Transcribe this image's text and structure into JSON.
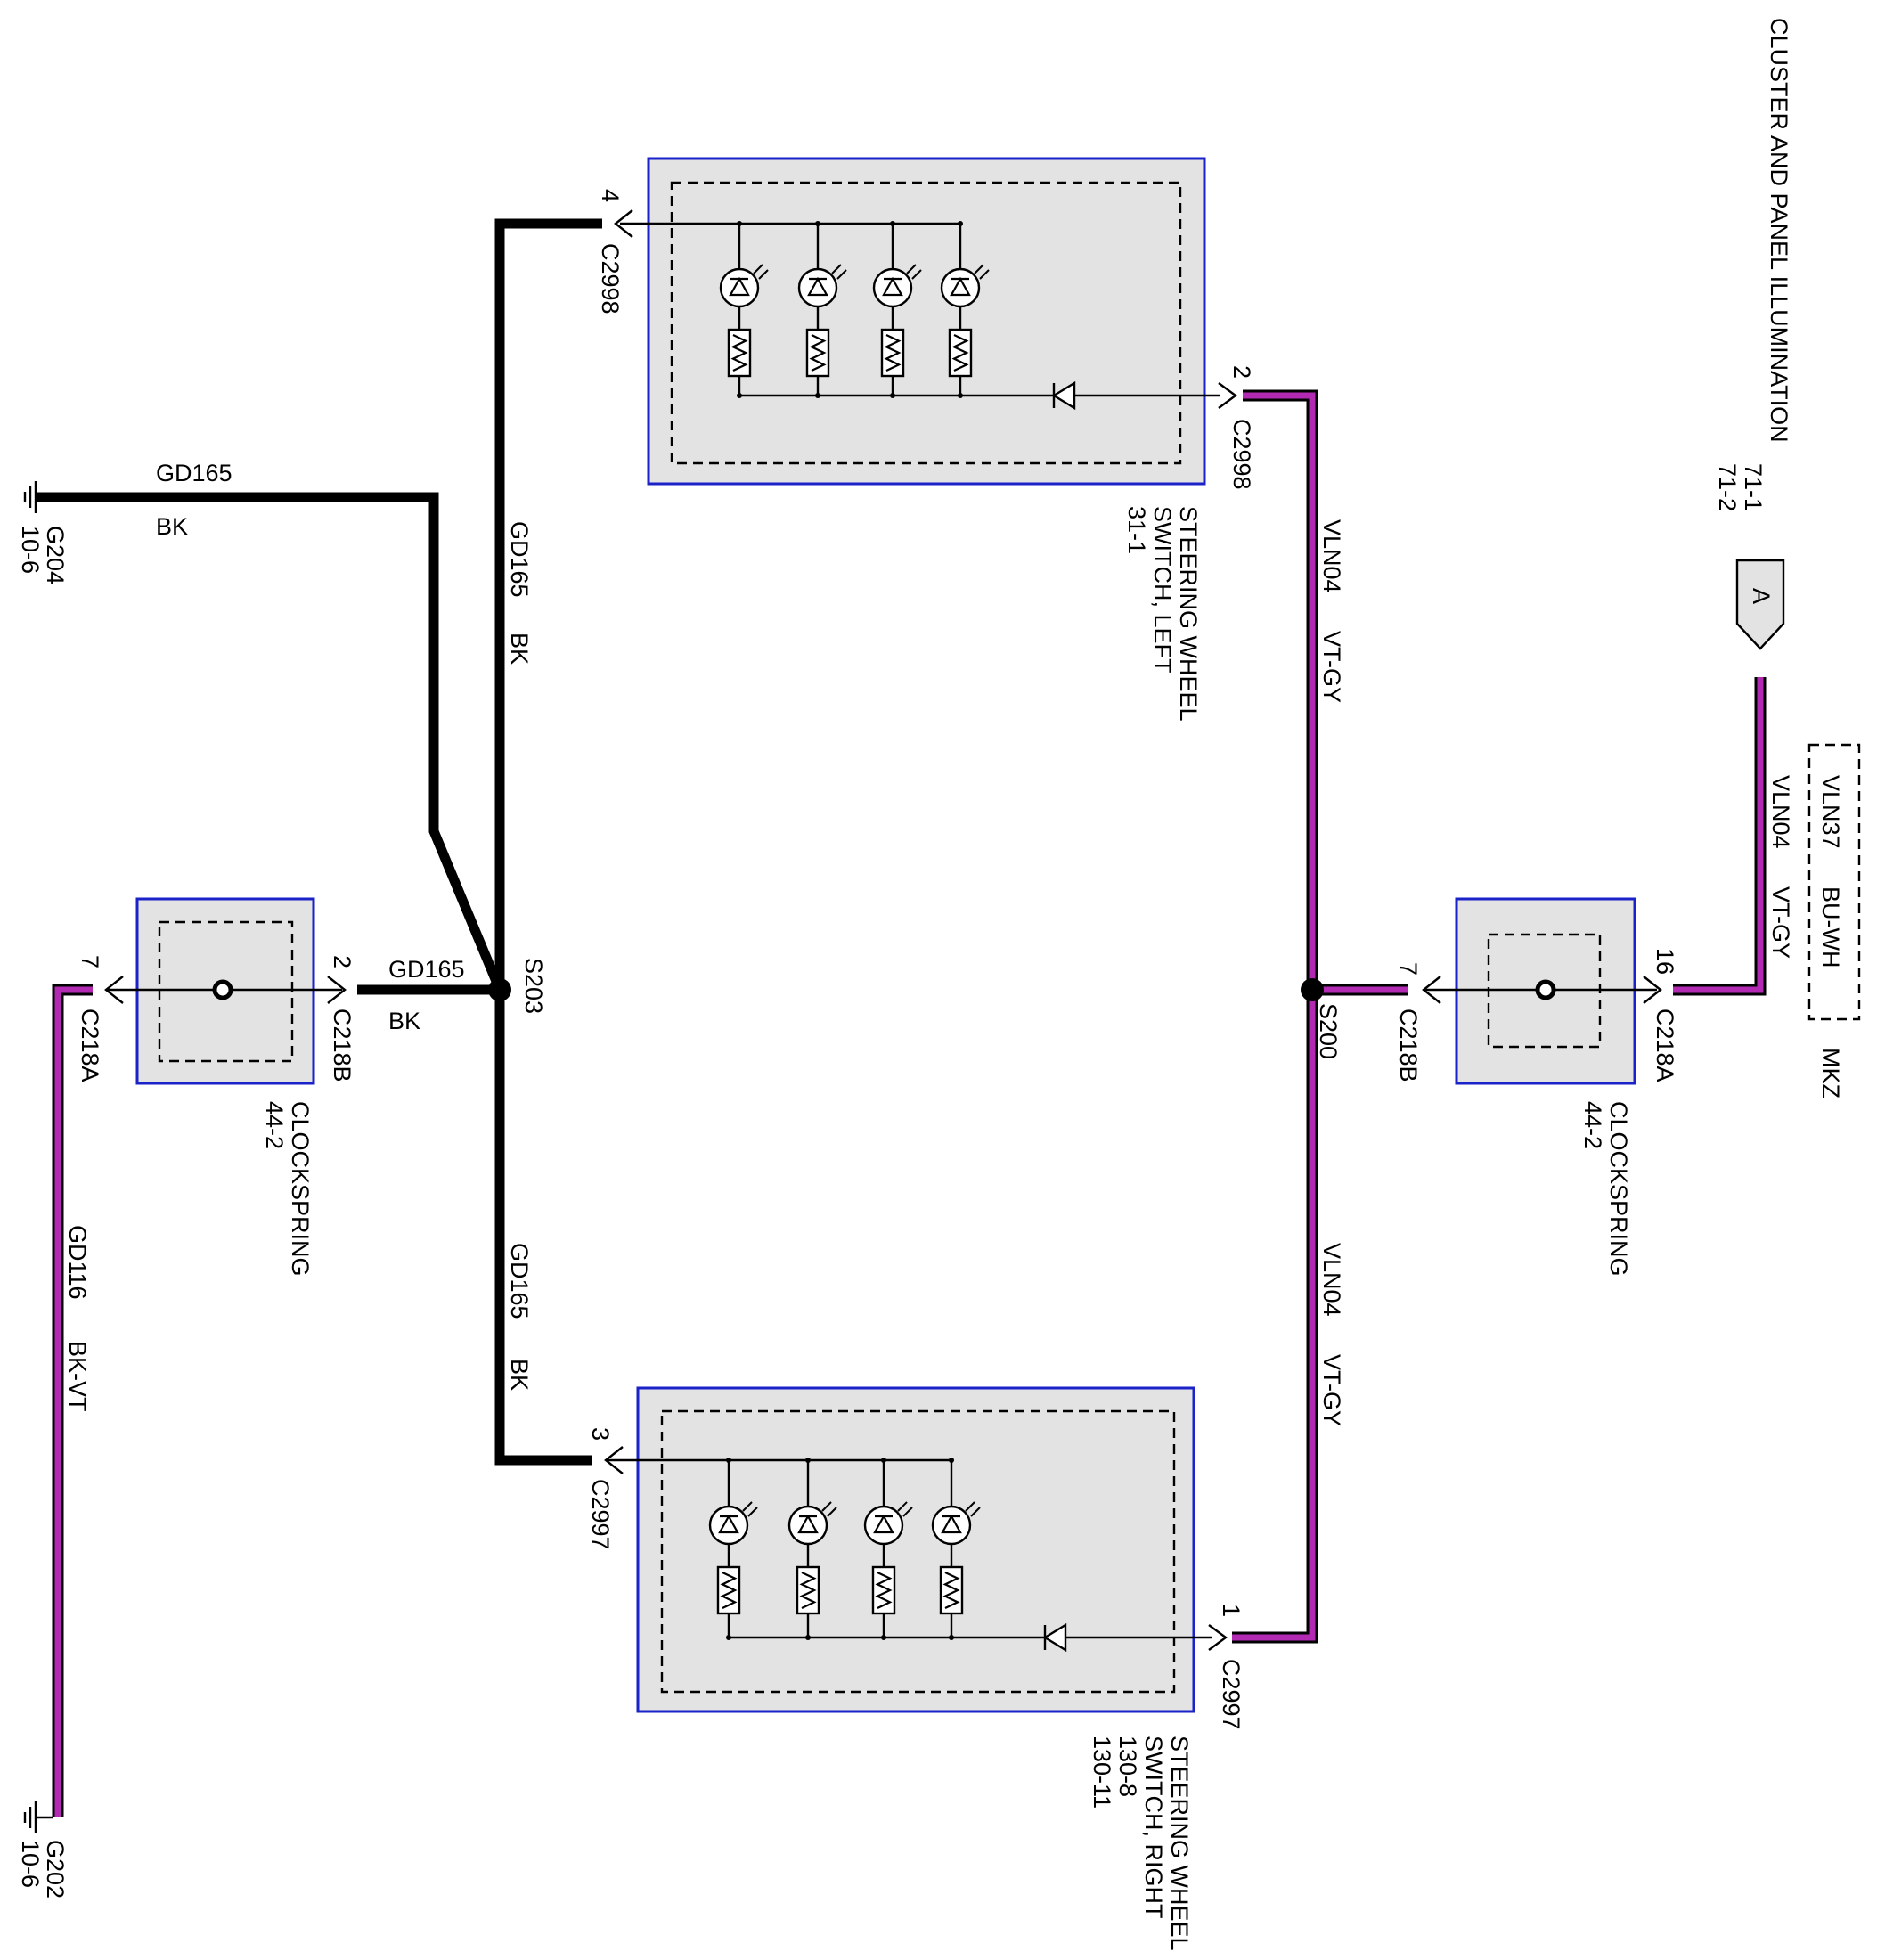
{
  "title": {
    "line1": "CLUSTER AND PANEL ILLUMINATION",
    "line2": "71-1",
    "line3": "71-2"
  },
  "connector_ref": "A",
  "option_box": {
    "circuit": "VLN37",
    "color": "BU-WH",
    "model": "MKZ"
  },
  "grounds": {
    "g204": {
      "name": "G204",
      "page": "10-6"
    },
    "g202": {
      "name": "G202",
      "page": "10-6"
    }
  },
  "splices": {
    "s203": "S203",
    "s200": "S200"
  },
  "wires": {
    "gd165_top_circuit": "GD165",
    "gd165_top_color": "BK",
    "gd165_vert_upper_circuit": "GD165",
    "gd165_vert_upper_color": "BK",
    "gd165_horiz_circuit": "GD165",
    "gd165_horiz_color": "BK",
    "gd165_vert_lower_circuit": "GD165",
    "gd165_vert_lower_color": "BK",
    "gd116_circuit": "GD116",
    "gd116_color": "BK-VT",
    "vln04_upper_circuit": "VLN04",
    "vln04_upper_color": "VT-GY",
    "vln04_lower_circuit": "VLN04",
    "vln04_lower_color": "VT-GY",
    "vln04_right_circuit": "VLN04",
    "vln04_right_color": "VT-GY"
  },
  "components": {
    "left_switch": {
      "line1": "STEERING WHEEL",
      "line2": "SWITCH, LEFT",
      "line3": "31-1"
    },
    "right_switch": {
      "line1": "STEERING WHEEL",
      "line2": "SWITCH, RIGHT",
      "line3": "130-8",
      "line4": "130-11"
    },
    "clockspring_left": {
      "line1": "CLOCKSPRING",
      "line2": "44-2"
    },
    "clockspring_right": {
      "line1": "CLOCKSPRING",
      "line2": "44-2"
    }
  },
  "connectors": {
    "left_pin4": {
      "pin": "4",
      "id": "C2998"
    },
    "left_pin2": {
      "pin": "2",
      "id": "C2998"
    },
    "right_pin3": {
      "pin": "3",
      "id": "C2997"
    },
    "right_pin1": {
      "pin": "1",
      "id": "C2997"
    },
    "csl_pin7": {
      "pin": "7",
      "id": "C218A"
    },
    "csl_pin2": {
      "pin": "2",
      "id": "C218B"
    },
    "csr_pin7": {
      "pin": "7",
      "id": "C218B"
    },
    "csr_pin16": {
      "pin": "16",
      "id": "C218A"
    }
  },
  "colors": {
    "wire_black": "#000000",
    "wire_violet": "#b22ab2",
    "module_border": "#1a22c8",
    "module_fill": "#e3e3e3"
  }
}
